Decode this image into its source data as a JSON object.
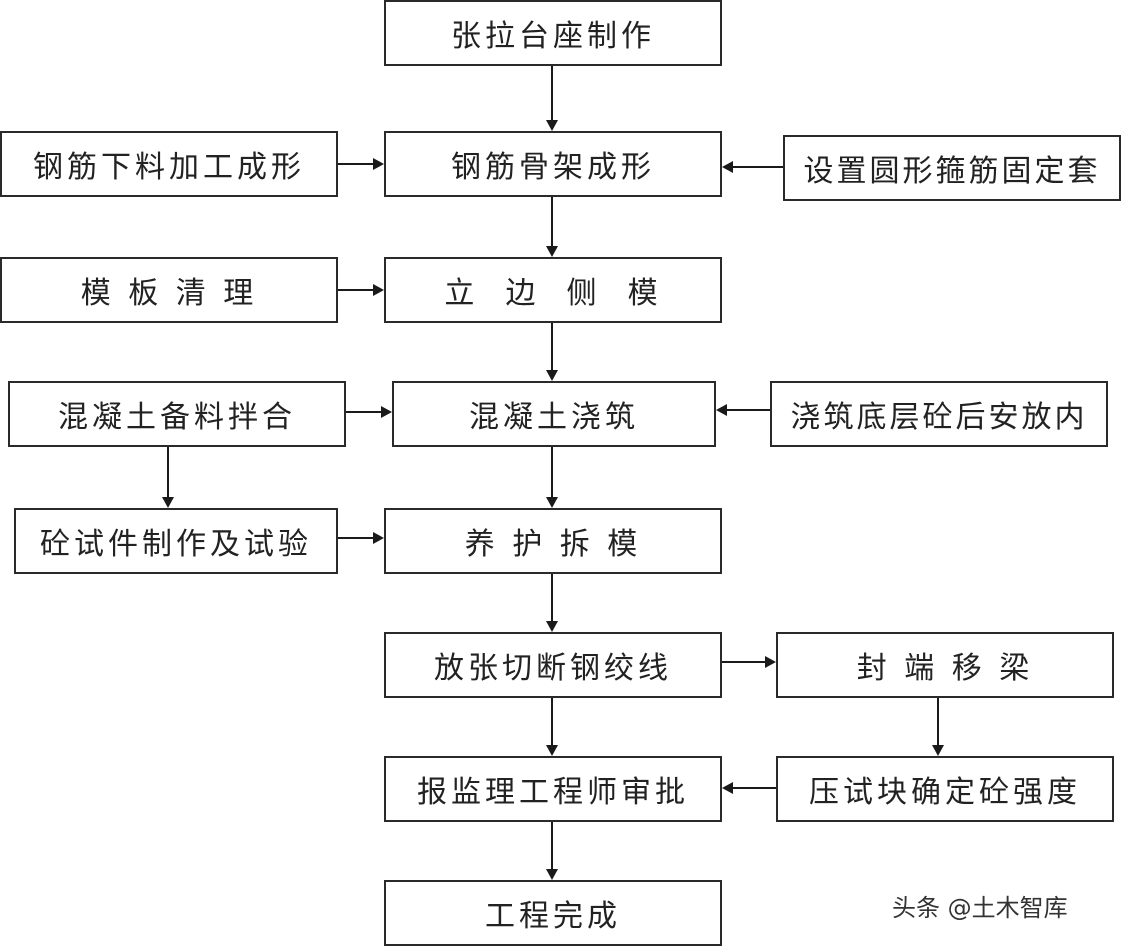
{
  "nodes": {
    "tension_bed": "张拉台座制作",
    "rebar_cut": "钢筋下料加工成形",
    "rebar_cage": "钢筋骨架成形",
    "hoop_sleeve": "设置圆形箍筋固定套",
    "formwork_clean": "模 板 清 理",
    "side_form": "立  边  侧  模",
    "concrete_mix": "混凝土备料拌合",
    "concrete_pour": "混凝土浇筑",
    "pour_inner": "浇筑底层砼后安放内",
    "test_specimen": "砼试件制作及试验",
    "cure_strip": "养 护 拆 模",
    "release_cut": "放张切断钢绞线",
    "seal_move": "封 端 移 梁",
    "supervisor": "报监理工程师审批",
    "strength_test": "压试块确定砼强度",
    "complete": "工程完成"
  },
  "watermark": "头条 @土木智库",
  "colors": {
    "border": "#2a2a2a",
    "arrow": "#1a1a1a",
    "text": "#222222"
  }
}
